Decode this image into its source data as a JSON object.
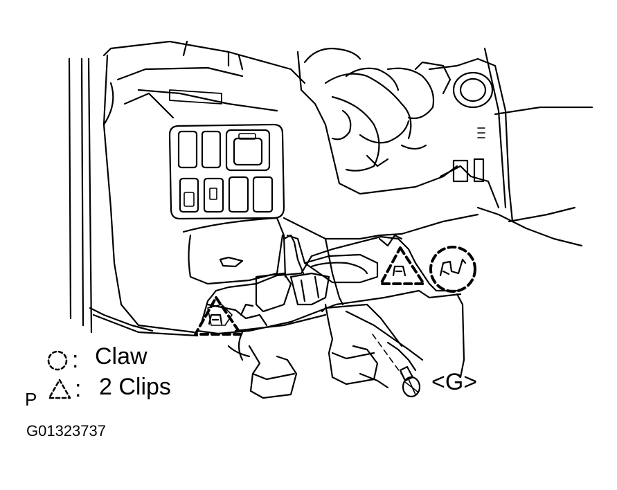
{
  "legend": {
    "claw_symbol": "claw-symbol-icon",
    "claw_label": "Claw",
    "clip_symbol": "clip-symbol-icon",
    "clip_label": "2 Clips",
    "prefix": "P",
    "colon": ":"
  },
  "callout": {
    "label": "<G>"
  },
  "figure_id": "G01323737",
  "colors": {
    "line": "#000000",
    "background": "#ffffff"
  }
}
